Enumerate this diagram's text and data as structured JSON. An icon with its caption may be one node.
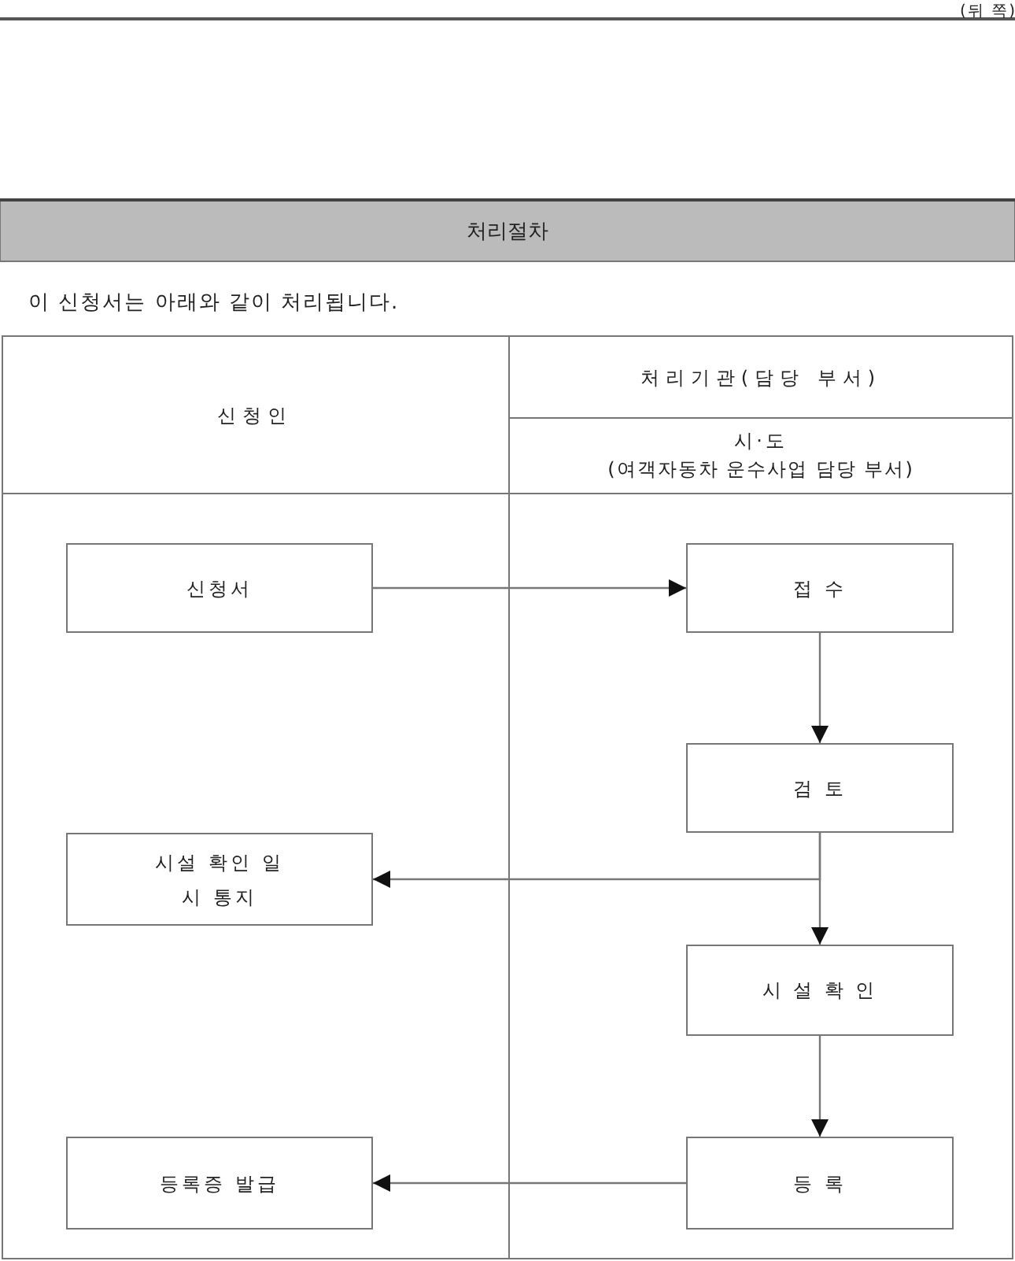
{
  "diagram": {
    "title": "처리절차",
    "nodes": [
      {
        "text": [
          "신청서"
        ]
      },
      {
        "text": [
          "접 수"
        ]
      },
      {
        "text": [
          "검 토"
        ]
      },
      {
        "text": [
          "시설 확인 일시 통지"
        ]
      },
      {
        "text": [
          "시 설 확 인"
        ]
      },
      {
        "text": [
          "등 록"
        ]
      },
      {
        "text": [
          "등록증 발급"
        ]
      }
    ],
    "edges": [
      {
        "from": 0,
        "to": 1,
        "arrow": "to"
      },
      {
        "from": 1,
        "to": 2,
        "arrow": "to"
      },
      {
        "from": 2,
        "to": 3,
        "arrow": "to"
      },
      {
        "from": 2,
        "to": 4,
        "arrow": "to"
      },
      {
        "from": 4,
        "to": 5,
        "arrow": "to"
      },
      {
        "from": 5,
        "to": 6,
        "arrow": "to"
      }
    ],
    "labels": [
      "(뒤 쪽)",
      "이 신청서는 아래와 같이 처리됩니다.",
      "신청인",
      "처리기관(담당 부서)",
      "시·도",
      "(여객자동차 운수사업 담당 부서)"
    ]
  }
}
